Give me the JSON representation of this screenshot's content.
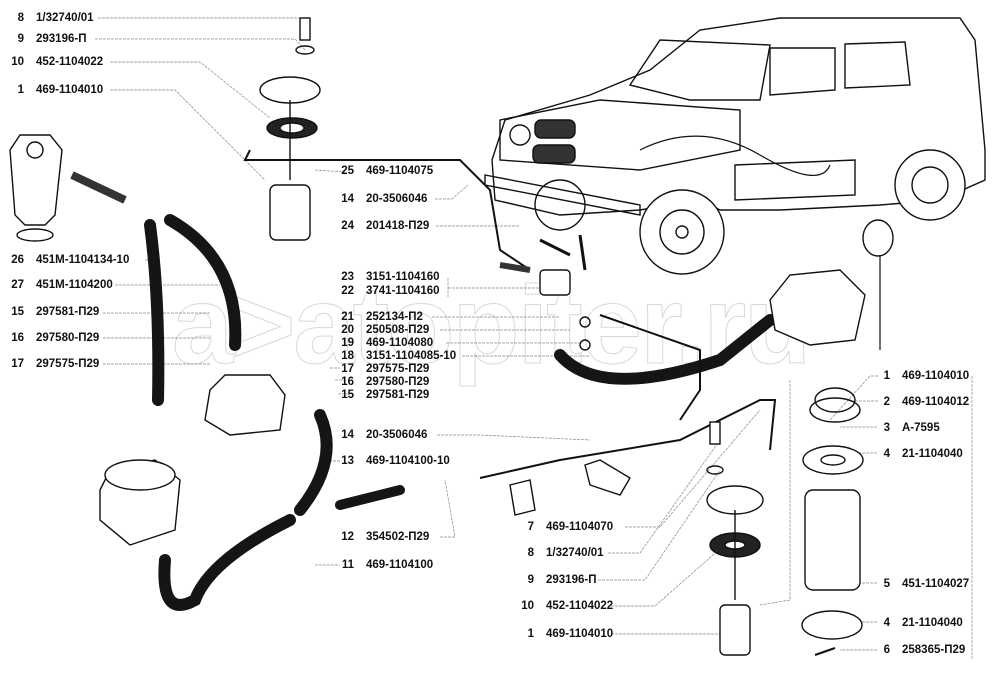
{
  "watermark": "a>atopiter.ru",
  "callouts_left": [
    {
      "num": "8",
      "code": "1/32740/01"
    },
    {
      "num": "9",
      "code": "293196-П"
    },
    {
      "num": "10",
      "code": "452-1104022"
    },
    {
      "num": "1",
      "code": "469-1104010"
    },
    {
      "num": "26",
      "code": "451М-1104134-10"
    },
    {
      "num": "27",
      "code": "451М-1104200"
    },
    {
      "num": "15",
      "code": "297581-П29"
    },
    {
      "num": "16",
      "code": "297580-П29"
    },
    {
      "num": "17",
      "code": "297575-П29"
    }
  ],
  "callouts_center": [
    {
      "num": "25",
      "code": "469-1104075"
    },
    {
      "num": "14",
      "code": "20-3506046"
    },
    {
      "num": "24",
      "code": "201418-П29"
    },
    {
      "num": "23",
      "code": "3151-1104160"
    },
    {
      "num": "22",
      "code": "3741-1104160"
    },
    {
      "num": "21",
      "code": "252134-П2"
    },
    {
      "num": "20",
      "code": "250508-П29"
    },
    {
      "num": "19",
      "code": "469-1104080"
    },
    {
      "num": "18",
      "code": "3151-1104085-10"
    },
    {
      "num": "17",
      "code": "297575-П29"
    },
    {
      "num": "16",
      "code": "297580-П29"
    },
    {
      "num": "15",
      "code": "297581-П29"
    },
    {
      "num": "14",
      "code": "20-3506046"
    },
    {
      "num": "13",
      "code": "469-1104100-10"
    },
    {
      "num": "12",
      "code": "354502-П29"
    },
    {
      "num": "11",
      "code": "469-1104100"
    }
  ],
  "callouts_bottom": [
    {
      "num": "7",
      "code": "469-1104070"
    },
    {
      "num": "8",
      "code": "1/32740/01"
    },
    {
      "num": "9",
      "code": "293196-П"
    },
    {
      "num": "10",
      "code": "452-1104022"
    },
    {
      "num": "1",
      "code": "469-1104010"
    }
  ],
  "callouts_right": [
    {
      "num": "1",
      "code": "469-1104010"
    },
    {
      "num": "2",
      "code": "469-1104012"
    },
    {
      "num": "3",
      "code": "А-7595"
    },
    {
      "num": "4",
      "code": "21-1104040"
    },
    {
      "num": "5",
      "code": "451-1104027"
    },
    {
      "num": "4",
      "code": "21-1104040"
    },
    {
      "num": "6",
      "code": "258365-П29"
    }
  ]
}
